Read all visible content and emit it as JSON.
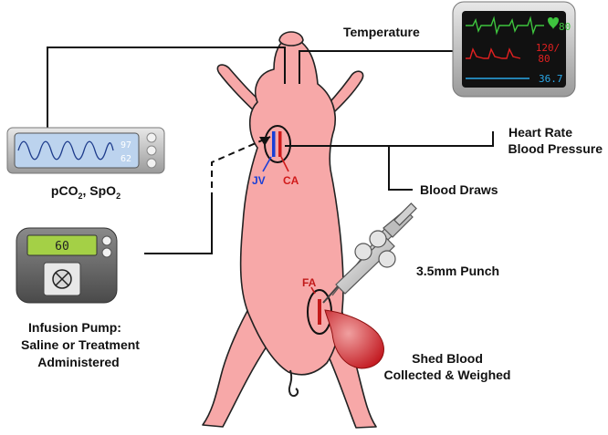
{
  "labels": {
    "temperature": "Temperature",
    "heart_rate": "Heart Rate",
    "blood_pressure": "Blood Pressure",
    "blood_draws": "Blood Draws",
    "punch": "3.5mm Punch",
    "shed_blood_1": "Shed Blood",
    "shed_blood_2": "Collected & Weighed",
    "infusion_1": "Infusion Pump:",
    "infusion_2": "Saline or Treatment",
    "infusion_3": "Administered",
    "co2_prefix": "pCO",
    "co2_sub": "2",
    "spo2_sep": ", SpO",
    "spo2_sub": "2"
  },
  "vessels": {
    "jv": "JV",
    "ca": "CA",
    "fa": "FA"
  },
  "monitor": {
    "hr_value": "80",
    "bp_top": "120/",
    "bp_bottom": "80",
    "temp_value": "36.7"
  },
  "gas_monitor": {
    "pco2_value": "97",
    "spo2_value": "62"
  },
  "pump": {
    "rate_value": "60"
  },
  "colors": {
    "pig_body": "#f7a8a8",
    "jv_blue": "#1a3fd6",
    "ca_red": "#d11a1a",
    "monitor_screen": "#111111",
    "gas_screen": "#bcd3ee",
    "pump_screen": "#a4d046"
  }
}
